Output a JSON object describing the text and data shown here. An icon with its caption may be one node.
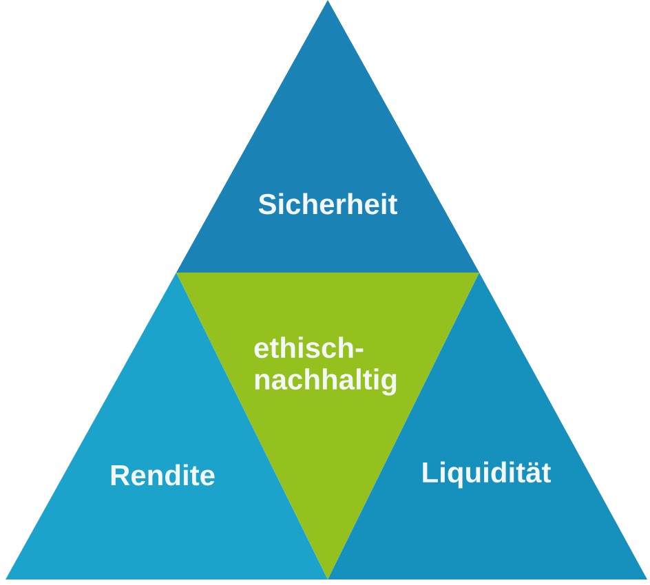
{
  "diagram": {
    "nodes": [
      {
        "text": [
          "Sicherheit"
        ]
      },
      {
        "text": [
          "ethisch-nachhaltig"
        ]
      },
      {
        "text": [
          "Rendite"
        ]
      },
      {
        "text": [
          "Liquidität"
        ]
      }
    ]
  }
}
